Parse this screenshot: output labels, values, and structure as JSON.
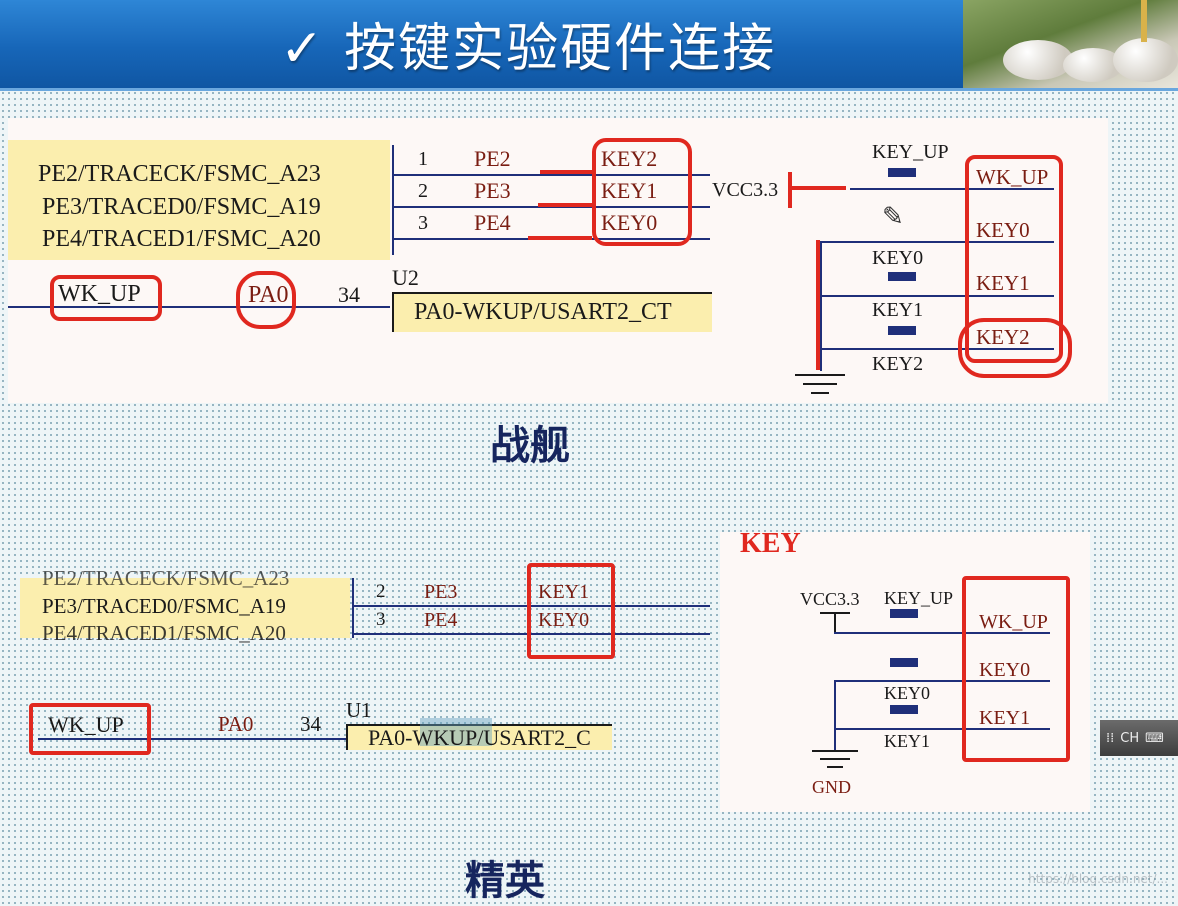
{
  "title": {
    "check": "✓",
    "text": "按键实验硬件连接"
  },
  "top": {
    "pins": [
      "PE2/TRACECK/FSMC_A23",
      "PE3/TRACED0/FSMC_A19",
      "PE4/TRACED1/FSMC_A20"
    ],
    "pin_nums": [
      "1",
      "2",
      "3"
    ],
    "nets": [
      "PE2",
      "PE3",
      "PE4"
    ],
    "keys": [
      "KEY2",
      "KEY1",
      "KEY0"
    ],
    "wkup_net": "WK_UP",
    "pa0_net": "PA0",
    "pa0_pin": "34",
    "chip_ref": "U2",
    "chip_pin_name": "PA0-WKUP/USART2_CT",
    "vcc": "VCC3.3",
    "buttons": [
      "KEY_UP",
      "KEY0",
      "KEY1",
      "KEY2"
    ],
    "right_nets": [
      "WK_UP",
      "KEY0",
      "KEY1",
      "KEY2"
    ],
    "label": "战舰"
  },
  "bottom": {
    "pins": [
      "PE2/TRACECK/FSMC_A23",
      "PE3/TRACED0/FSMC_A19",
      "PE4/TRACED1/FSMC_A20"
    ],
    "pin_nums": [
      "2",
      "3"
    ],
    "nets": [
      "PE3",
      "PE4"
    ],
    "keys": [
      "KEY1",
      "KEY0"
    ],
    "wkup_net": "WK_UP",
    "pa0_net": "PA0",
    "pa0_pin": "34",
    "chip_ref": "U1",
    "chip_pin_name": "PA0-WKUP/USART2_C",
    "section_title": "KEY",
    "vcc": "VCC3.3",
    "buttons": [
      "KEY_UP",
      "KEY0",
      "KEY1"
    ],
    "right_nets": [
      "WK_UP",
      "KEY0",
      "KEY1"
    ],
    "gnd": "GND",
    "label": "精英"
  },
  "taskbar": {
    "ime": "CH"
  },
  "watermark": "https://blog.csdn.net/..."
}
